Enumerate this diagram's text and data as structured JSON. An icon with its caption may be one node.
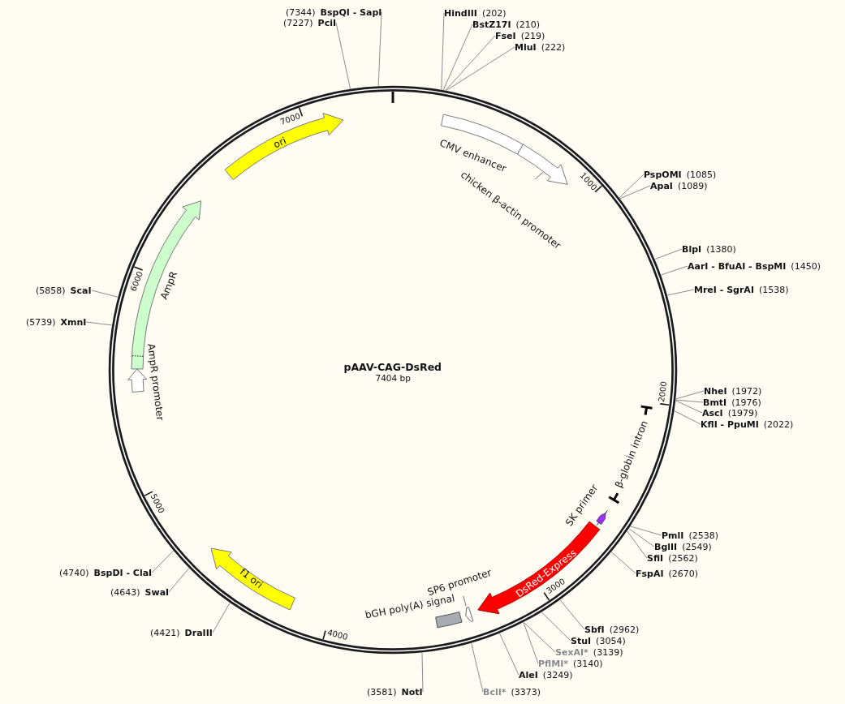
{
  "diagram": {
    "nodes": [
      {
        "text": [
          "pAAV-CAG-DsRed",
          "7404 bp"
        ]
      },
      {
        "text": [
          "CMV enhancer"
        ],
        "in": 0
      },
      {
        "text": [
          "chicken β-actin promoter"
        ],
        "in": 0
      },
      {
        "text": [
          "β-globin intron"
        ],
        "in": 0
      },
      {
        "text": [
          "SK primer"
        ],
        "in": 0
      },
      {
        "text": [
          "DsRed-Express"
        ],
        "in": 0
      },
      {
        "text": [
          "SP6 promoter"
        ],
        "in": 0
      },
      {
        "text": [
          "bGH poly(A) signal"
        ],
        "in": 0
      },
      {
        "text": [
          "f1 ori"
        ],
        "in": 0
      },
      {
        "text": [
          "AmpR promoter"
        ],
        "in": 0
      },
      {
        "text": [
          "AmpR"
        ],
        "in": 0
      },
      {
        "text": [
          "ori"
        ],
        "in": 0
      },
      {
        "text": [
          "HindIII",
          "(202)"
        ]
      },
      {
        "text": [
          "BstZ17I",
          "(210)"
        ]
      },
      {
        "text": [
          "FseI",
          "(219)"
        ]
      },
      {
        "text": [
          "MluI",
          "(222)"
        ]
      },
      {
        "text": [
          "PspOMI",
          "(1085)"
        ]
      },
      {
        "text": [
          "ApaI",
          "(1089)"
        ]
      },
      {
        "text": [
          "BlpI",
          "(1380)"
        ]
      },
      {
        "text": [
          "AarI - BfuAI - BspMI",
          "(1450)"
        ]
      },
      {
        "text": [
          "MreI - SgrAI",
          "(1538)"
        ]
      },
      {
        "text": [
          "NheI",
          "(1972)"
        ]
      },
      {
        "text": [
          "BmtI",
          "(1976)"
        ]
      },
      {
        "text": [
          "AscI",
          "(1979)"
        ]
      },
      {
        "text": [
          "KflI - PpuMI",
          "(2022)"
        ]
      },
      {
        "text": [
          "PmlI",
          "(2538)"
        ]
      },
      {
        "text": [
          "BglII",
          "(2549)"
        ]
      },
      {
        "text": [
          "SfiI",
          "(2562)"
        ]
      },
      {
        "text": [
          "FspAI",
          "(2670)"
        ]
      },
      {
        "text": [
          "SbfI",
          "(2962)"
        ]
      },
      {
        "text": [
          "StuI",
          "(3054)"
        ]
      },
      {
        "text": [
          "SexAI*",
          "(3139)"
        ]
      },
      {
        "text": [
          "PflMI*",
          "(3140)"
        ]
      },
      {
        "text": [
          "AleI",
          "(3249)"
        ]
      },
      {
        "text": [
          "BclI*",
          "(3373)"
        ]
      },
      {
        "text": [
          "(3581)",
          "NotI"
        ]
      },
      {
        "text": [
          "(4421)",
          "DraIII"
        ]
      },
      {
        "text": [
          "(4643)",
          "SwaI"
        ]
      },
      {
        "text": [
          "(4740)",
          "BspDI - ClaI"
        ]
      },
      {
        "text": [
          "(5739)",
          "XmnI"
        ]
      },
      {
        "text": [
          "(5858)",
          "ScaI"
        ]
      },
      {
        "text": [
          "(7227)",
          "PciI"
        ]
      },
      {
        "text": [
          "(7344)",
          "BspQI - SapI"
        ]
      }
    ],
    "edges": [
      {
        "from": 12,
        "to": 0,
        "arrow": "none"
      },
      {
        "from": 13,
        "to": 0,
        "arrow": "none"
      },
      {
        "from": 14,
        "to": 0,
        "arrow": "none"
      },
      {
        "from": 15,
        "to": 0,
        "arrow": "none"
      },
      {
        "from": 16,
        "to": 0,
        "arrow": "none"
      },
      {
        "from": 17,
        "to": 0,
        "arrow": "none"
      },
      {
        "from": 18,
        "to": 0,
        "arrow": "none"
      },
      {
        "from": 19,
        "to": 0,
        "arrow": "none"
      },
      {
        "from": 20,
        "to": 0,
        "arrow": "none"
      },
      {
        "from": 21,
        "to": 0,
        "arrow": "none"
      },
      {
        "from": 22,
        "to": 0,
        "arrow": "none"
      },
      {
        "from": 23,
        "to": 0,
        "arrow": "none"
      },
      {
        "from": 24,
        "to": 0,
        "arrow": "none"
      },
      {
        "from": 25,
        "to": 0,
        "arrow": "none"
      },
      {
        "from": 26,
        "to": 0,
        "arrow": "none"
      },
      {
        "from": 27,
        "to": 0,
        "arrow": "none"
      },
      {
        "from": 28,
        "to": 0,
        "arrow": "none"
      },
      {
        "from": 29,
        "to": 0,
        "arrow": "none"
      },
      {
        "from": 30,
        "to": 0,
        "arrow": "none"
      },
      {
        "from": 31,
        "to": 0,
        "arrow": "none"
      },
      {
        "from": 32,
        "to": 0,
        "arrow": "none"
      },
      {
        "from": 33,
        "to": 0,
        "arrow": "none"
      },
      {
        "from": 34,
        "to": 0,
        "arrow": "none"
      },
      {
        "from": 35,
        "to": 0,
        "arrow": "none"
      },
      {
        "from": 36,
        "to": 0,
        "arrow": "none"
      },
      {
        "from": 37,
        "to": 0,
        "arrow": "none"
      },
      {
        "from": 38,
        "to": 0,
        "arrow": "none"
      },
      {
        "from": 39,
        "to": 0,
        "arrow": "none"
      },
      {
        "from": 40,
        "to": 0,
        "arrow": "none"
      },
      {
        "from": 41,
        "to": 0,
        "arrow": "none"
      },
      {
        "from": 42,
        "to": 0,
        "arrow": "none"
      }
    ],
    "labels": [
      "1000",
      "2000",
      "3000",
      "4000",
      "5000",
      "6000",
      "7000"
    ]
  }
}
